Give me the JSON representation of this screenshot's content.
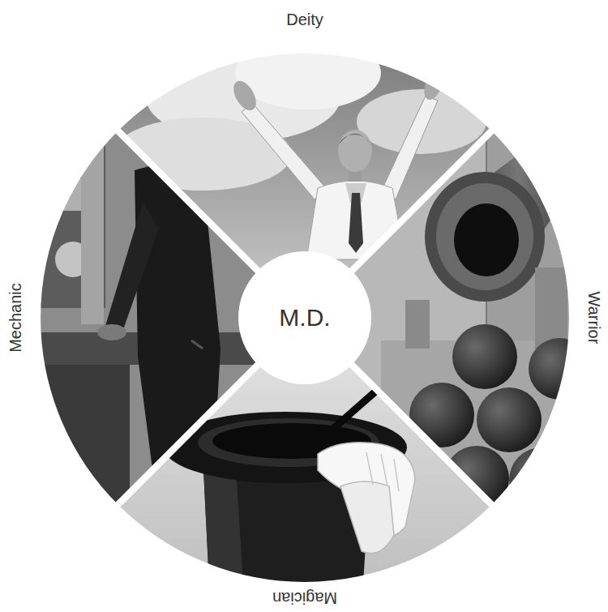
{
  "diagram": {
    "nodes": [
      {
        "text": [
          "Deity"
        ]
      },
      {
        "text": [
          "Warrior"
        ]
      },
      {
        "text": [
          "Magician"
        ]
      },
      {
        "text": [
          "Mechanic"
        ]
      },
      {
        "text": [
          "M.D."
        ]
      }
    ]
  }
}
